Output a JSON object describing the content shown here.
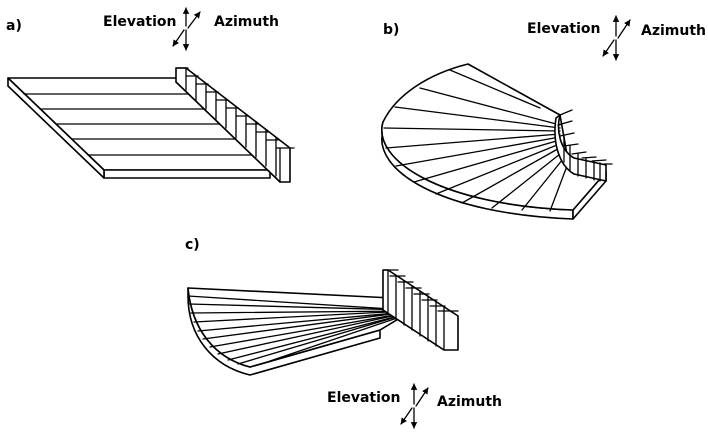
{
  "figure": {
    "panels": [
      {
        "id": "a",
        "label": "a)",
        "elevation_label": "Elevation",
        "azimuth_label": "Azimuth"
      },
      {
        "id": "b",
        "label": "b)",
        "elevation_label": "Elevation",
        "azimuth_label": "Azimuth"
      },
      {
        "id": "c",
        "label": "c)",
        "elevation_label": "Elevation",
        "azimuth_label": "Azimuth"
      }
    ]
  }
}
